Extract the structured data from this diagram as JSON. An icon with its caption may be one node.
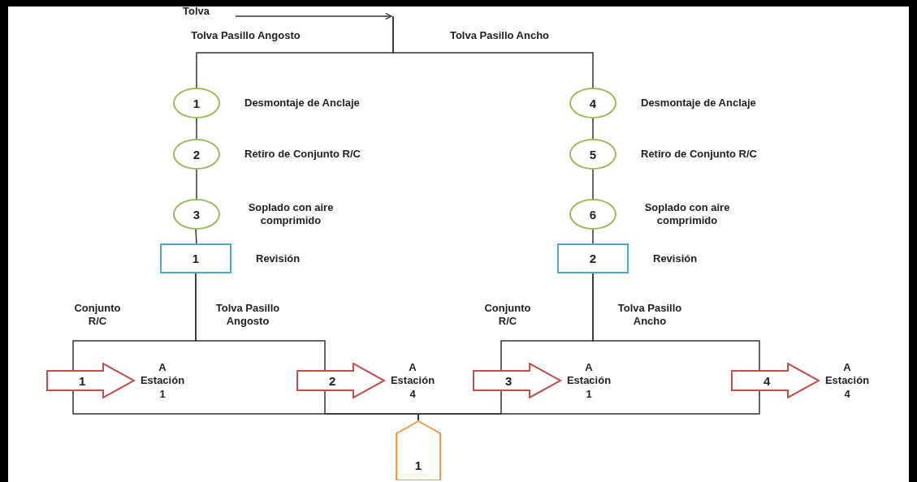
{
  "diagram": {
    "nodes": [
      {
        "text": [
          "Tolva"
        ]
      },
      {
        "text": [
          "1"
        ],
        "beside": [
          "Desmontaje de Anclaje"
        ]
      },
      {
        "text": [
          "2"
        ],
        "beside": [
          "Retiro de Conjunto R/C"
        ]
      },
      {
        "text": [
          "3"
        ],
        "beside": [
          "Soplado con aire comprimido"
        ]
      },
      {
        "text": [
          "1"
        ],
        "beside": [
          "Revisión"
        ]
      },
      {
        "text": [
          "4"
        ],
        "beside": [
          "Desmontaje de Anclaje"
        ]
      },
      {
        "text": [
          "5"
        ],
        "beside": [
          "Retiro de Conjunto R/C"
        ]
      },
      {
        "text": [
          "6"
        ],
        "beside": [
          "Soplado con aire comprimido"
        ]
      },
      {
        "text": [
          "2"
        ],
        "beside": [
          "Revisión"
        ]
      },
      {
        "text": [
          "1"
        ],
        "beside": [
          "A Estación 1"
        ]
      },
      {
        "text": [
          "2"
        ],
        "beside": [
          "A Estación 4"
        ]
      },
      {
        "text": [
          "3"
        ],
        "beside": [
          "A Estación 1"
        ]
      },
      {
        "text": [
          "4"
        ],
        "beside": [
          "A Estación 4"
        ]
      },
      {
        "text": [
          "1"
        ]
      }
    ],
    "edges": [
      {
        "from": 0,
        "to": null,
        "arrow": "to"
      },
      {
        "from": null,
        "to": 1,
        "arrow": "none"
      },
      {
        "from": null,
        "to": 5,
        "arrow": "none"
      },
      {
        "from": 1,
        "to": 2,
        "arrow": "none"
      },
      {
        "from": 2,
        "to": 3,
        "arrow": "none"
      },
      {
        "from": 3,
        "to": 4,
        "arrow": "none"
      },
      {
        "from": 5,
        "to": 6,
        "arrow": "none"
      },
      {
        "from": 6,
        "to": 7,
        "arrow": "none"
      },
      {
        "from": 7,
        "to": 8,
        "arrow": "none"
      },
      {
        "from": 4,
        "to": 9,
        "arrow": "none"
      },
      {
        "from": 4,
        "to": 10,
        "arrow": "none"
      },
      {
        "from": 8,
        "to": 11,
        "arrow": "none"
      },
      {
        "from": 8,
        "to": 12,
        "arrow": "none"
      },
      {
        "from": 9,
        "to": 13,
        "arrow": "none"
      },
      {
        "from": 10,
        "to": 13,
        "arrow": "none"
      },
      {
        "from": 11,
        "to": 13,
        "arrow": "none"
      },
      {
        "from": 12,
        "to": 13,
        "arrow": "none"
      }
    ],
    "labels": [
      "Tolva Pasillo Angosto",
      "Tolva Pasillo Ancho",
      "Conjunto R/C",
      "Tolva Pasillo Angosto",
      "Conjunto R/C",
      "Tolva Pasillo Ancho"
    ]
  }
}
